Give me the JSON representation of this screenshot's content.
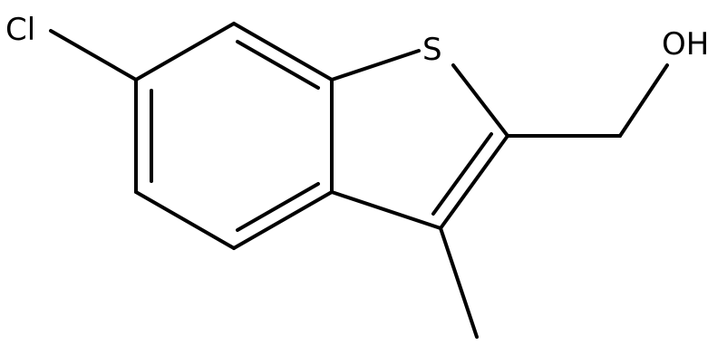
{
  "molecule": {
    "atoms": {
      "chlorine": "Cl",
      "sulfur": "S",
      "hydroxyl": "OH"
    },
    "colors": {
      "bond": "#000000",
      "label": "#000000",
      "background": "#ffffff"
    }
  }
}
